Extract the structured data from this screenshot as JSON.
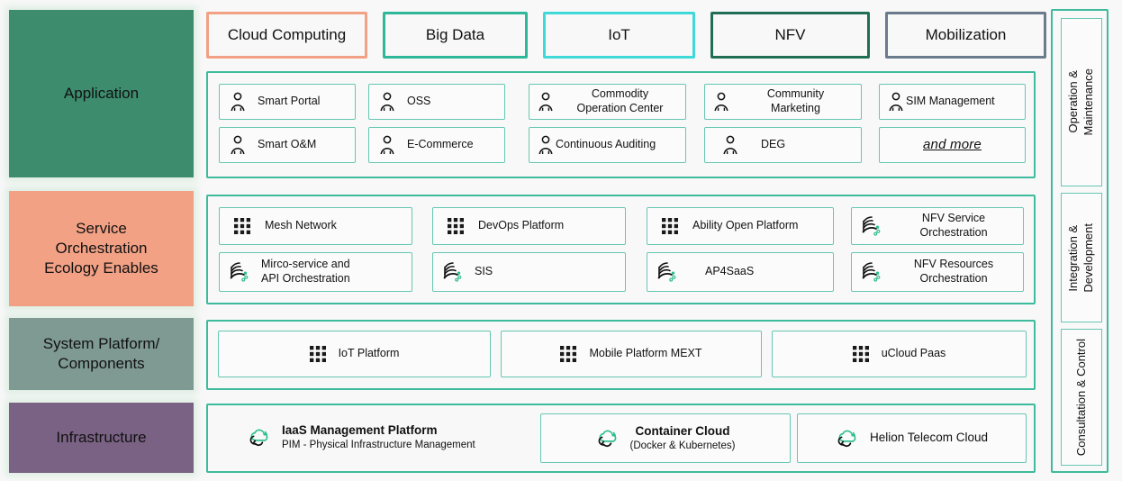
{
  "colors": {
    "teal": "#3dbb9c",
    "teal_light": "#66c7b2",
    "application_block": "#3d8c6e",
    "service_block": "#f2a185",
    "system_block": "#7f9a92",
    "infrastructure_block": "#7a6284",
    "tag_cloud_computing": "#f2a185",
    "tag_big_data": "#2fb79a",
    "tag_iot": "#3fd9d9",
    "tag_nfv": "#216e56",
    "tag_mobilization": "#6b7a8c",
    "icon_accent_green": "#2fbf8f"
  },
  "layers": [
    {
      "id": "application",
      "label": "Application"
    },
    {
      "id": "service",
      "label": "Service\nOrchestration\nEcology Enables"
    },
    {
      "id": "system",
      "label": "System Platform/\nComponents"
    },
    {
      "id": "infrastructure",
      "label": "Infrastructure"
    }
  ],
  "tags": [
    {
      "label": "Cloud Computing",
      "color": "#f2a185"
    },
    {
      "label": "Big Data",
      "color": "#2fb79a"
    },
    {
      "label": "IoT",
      "color": "#3fd9d9"
    },
    {
      "label": "NFV",
      "color": "#216e56"
    },
    {
      "label": "Mobilization",
      "color": "#6b7a8c"
    }
  ],
  "application_items": [
    {
      "label": "Smart Portal",
      "icon": "person-icon",
      "align": "left"
    },
    {
      "label": "OSS",
      "icon": "person-icon",
      "align": "left"
    },
    {
      "label": "Commodity\nOperation Center",
      "icon": "person-icon",
      "align": "center"
    },
    {
      "label": "Community\nMarketing",
      "icon": "person-icon",
      "align": "center"
    },
    {
      "label": "SIM Management",
      "icon": "person-icon",
      "align": "left"
    },
    {
      "label": "Smart O&M",
      "icon": "person-icon",
      "align": "left"
    },
    {
      "label": "E-Commerce",
      "icon": "person-icon",
      "align": "left"
    },
    {
      "label": "Continuous Auditing",
      "icon": "person-icon",
      "align": "left"
    },
    {
      "label": "DEG",
      "icon": "person-icon",
      "align": "left"
    },
    {
      "label": "and more",
      "icon": "none",
      "align": "center"
    }
  ],
  "service_items": [
    {
      "label": "Mesh Network",
      "icon": "grid-icon",
      "align": "left"
    },
    {
      "label": "DevOps Platform",
      "icon": "grid-icon",
      "align": "left"
    },
    {
      "label": "Ability Open Platform",
      "icon": "grid-icon",
      "align": "left"
    },
    {
      "label": "NFV Service\nOrchestration",
      "icon": "orchestration-icon",
      "align": "center"
    },
    {
      "label": "Mirco-service and\nAPI Orchestration",
      "icon": "orchestration-icon",
      "align": "left"
    },
    {
      "label": "SIS",
      "icon": "orchestration-icon",
      "align": "left"
    },
    {
      "label": "AP4SaaS",
      "icon": "orchestration-icon",
      "align": "left"
    },
    {
      "label": "NFV Resources\nOrchestration",
      "icon": "orchestration-icon",
      "align": "center"
    }
  ],
  "system_items": [
    {
      "label": "IoT Platform",
      "icon": "grid-icon"
    },
    {
      "label": "Mobile Platform MEXT",
      "icon": "grid-icon"
    },
    {
      "label": "uCloud Paas",
      "icon": "grid-icon"
    }
  ],
  "infrastructure_items": [
    {
      "label": "IaaS Management Platform",
      "sub": "PIM - Physical Infrastructure Management",
      "icon": "cloud-icon",
      "bordered": false
    },
    {
      "label": "Container Cloud",
      "sub": "(Docker & Kubernetes)",
      "icon": "cloud-icon",
      "bordered": true
    },
    {
      "label": "Helion Telecom Cloud",
      "sub": "",
      "icon": "cloud-icon",
      "bordered": true
    }
  ],
  "rail_items": [
    {
      "label": "Operation &\nMaintenance"
    },
    {
      "label": "Integration &\nDevelopment"
    },
    {
      "label": "Consultation & Control"
    }
  ]
}
